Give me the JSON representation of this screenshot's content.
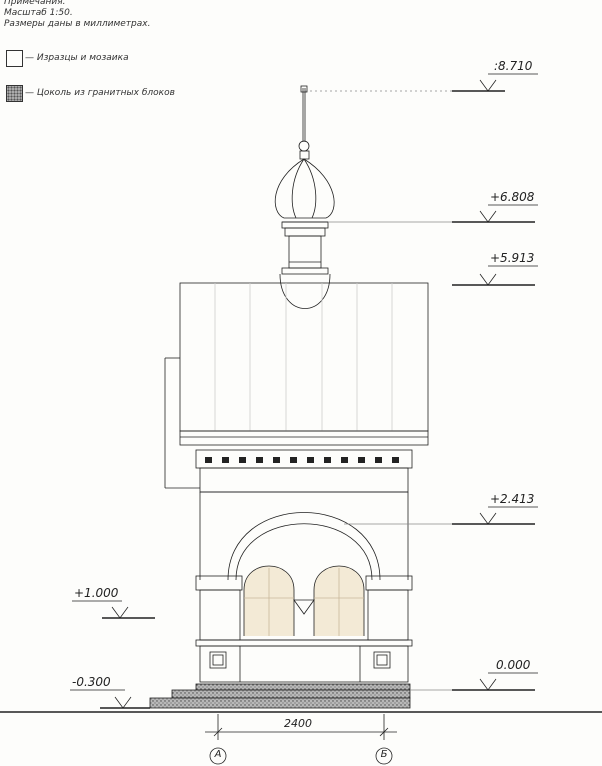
{
  "notes": {
    "line1": "Примечания.",
    "line2": "Масштаб 1:50.",
    "line3": "Размеры даны в миллиметрах."
  },
  "legend": [
    {
      "label": "— Изразцы и мозаика",
      "pattern": "blank"
    },
    {
      "label": "— Цоколь из гранитных блоков",
      "pattern": "granite"
    }
  ],
  "levels": {
    "top": ":8.710",
    "dome": "+6.808",
    "drum": "+5.913",
    "cornice": "+2.413",
    "window": "+1.000",
    "zero": "0.000",
    "ground": "-0.300"
  },
  "dimension": "2400",
  "axes": {
    "left": "А",
    "right": "Б"
  },
  "colors": {
    "line": "#222222",
    "window": "#f3ead6",
    "hatch": "#9a9a9a"
  }
}
